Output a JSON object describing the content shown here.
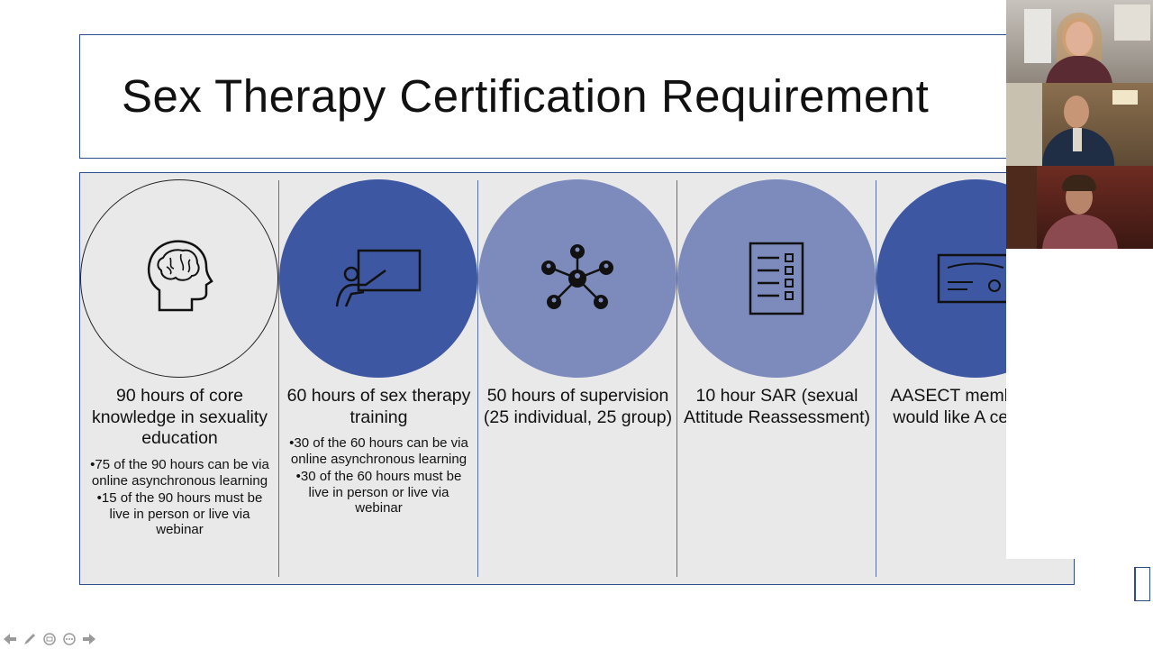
{
  "slide": {
    "title": "Sex Therapy Certification Requirement",
    "columns": [
      {
        "icon": "brain-head-icon",
        "title": "90 hours of core knowledge in sexuality education",
        "bullets": [
          "75 of the 90 hours can be via online asynchronous learning",
          "15 of the 90 hours must be live in person or live via webinar"
        ]
      },
      {
        "icon": "presentation-board-icon",
        "title": "60 hours of sex therapy training",
        "bullets": [
          "30 of the 60 hours can be via online asynchronous learning",
          "30 of the 60 hours must be live in person or live via webinar"
        ]
      },
      {
        "icon": "network-people-icon",
        "title": "50 hours of supervision (25 individual, 25 group)",
        "bullets": []
      },
      {
        "icon": "checklist-icon",
        "title": "10 hour SAR (sexual Attitude Reassessment)",
        "bullets": []
      },
      {
        "icon": "certificate-icon",
        "title": "AASECT membership would like A certificati",
        "bullets": []
      }
    ]
  },
  "video_panel": {
    "participants": [
      "participant-1",
      "participant-2",
      "participant-3"
    ]
  },
  "controls": {
    "icons": [
      "previous-arrow-icon",
      "pen-icon",
      "slides-icon",
      "more-icon",
      "next-arrow-icon"
    ]
  },
  "colors": {
    "dark_blue": "#3d57a2",
    "light_blue": "#7c8bbb",
    "panel_bg": "#e9e9ea",
    "border": "#2f4d8c"
  }
}
